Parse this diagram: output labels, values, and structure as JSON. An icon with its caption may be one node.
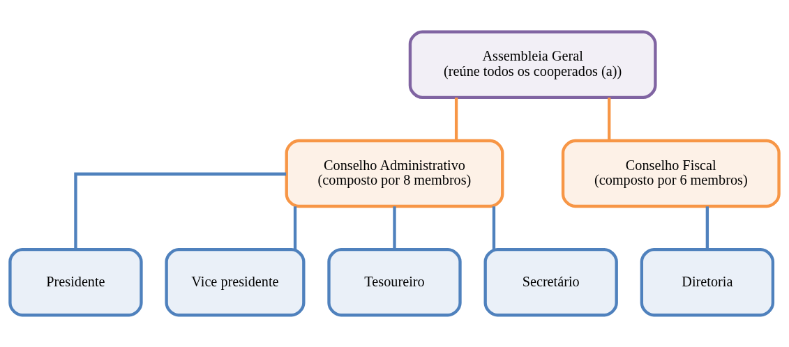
{
  "diagram": {
    "nodes": [
      {
        "text": [
          "Assembleia Geral",
          "(reúne todos os cooperados (a))"
        ]
      },
      {
        "text": [
          "Conselho Administrativo",
          "(composto por 8 membros)"
        ]
      },
      {
        "text": [
          "Conselho Fiscal",
          "(composto por 6 membros)"
        ]
      },
      {
        "text": [
          "Presidente"
        ]
      },
      {
        "text": [
          "Vice presidente"
        ]
      },
      {
        "text": [
          "Tesoureiro"
        ]
      },
      {
        "text": [
          "Secretário"
        ]
      },
      {
        "text": [
          "Diretoria"
        ]
      }
    ],
    "edges": [
      {
        "from": 0,
        "to": 1,
        "arrow": "none",
        "color": "#f79646"
      },
      {
        "from": 0,
        "to": 2,
        "arrow": "none",
        "color": "#f79646"
      },
      {
        "from": 1,
        "to": 3,
        "arrow": "none"
      },
      {
        "from": 1,
        "to": 4,
        "arrow": "none"
      },
      {
        "from": 1,
        "to": 5,
        "arrow": "none"
      },
      {
        "from": 1,
        "to": 6,
        "arrow": "none"
      },
      {
        "from": 2,
        "to": 7,
        "arrow": "none"
      }
    ]
  }
}
